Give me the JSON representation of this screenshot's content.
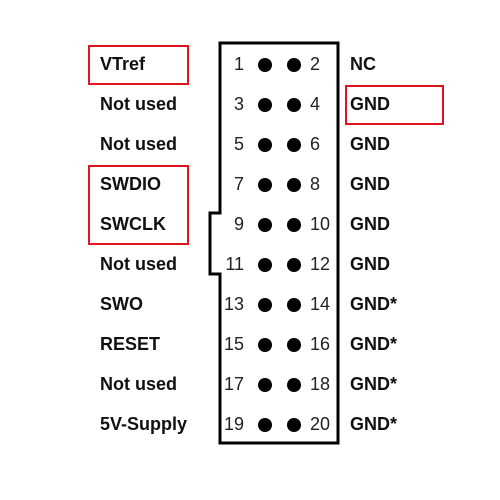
{
  "left_labels": [
    "VTref",
    "Not used",
    "Not used",
    "SWDIO",
    "SWCLK",
    "Not used",
    "SWO",
    "RESET",
    "Not used",
    "5V-Supply"
  ],
  "right_labels": [
    "NC",
    "GND",
    "GND",
    "GND",
    "GND",
    "GND",
    "GND*",
    "GND*",
    "GND*",
    "GND*"
  ],
  "odd_pins": [
    "1",
    "3",
    "5",
    "7",
    "9",
    "11",
    "13",
    "15",
    "17",
    "19"
  ],
  "even_pins": [
    "2",
    "4",
    "6",
    "8",
    "10",
    "12",
    "14",
    "16",
    "18",
    "20"
  ],
  "highlights": {
    "left_rows": [
      0,
      3,
      4
    ],
    "right_rows": [
      1
    ],
    "color": "#e0141e"
  },
  "colors": {
    "outline": "#000000",
    "pin": "#000000",
    "text": "#111111"
  }
}
